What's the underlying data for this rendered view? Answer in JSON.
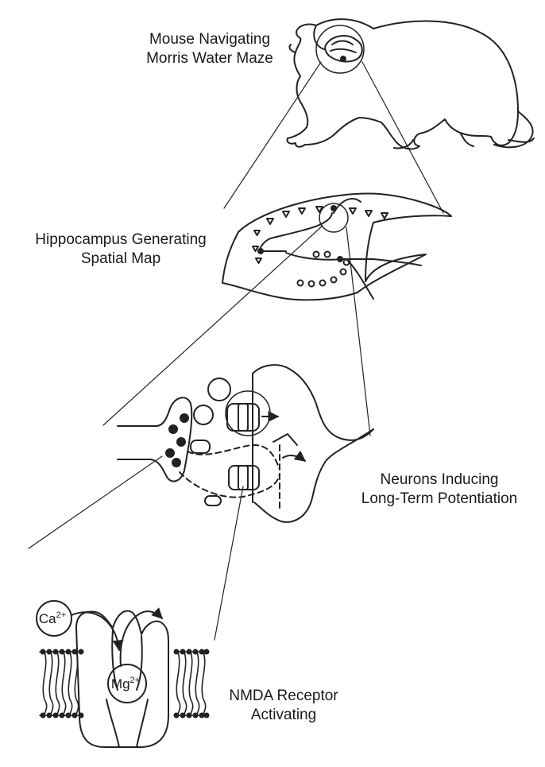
{
  "labels": {
    "mouse": [
      "Mouse Navigating",
      "Morris Water Maze"
    ],
    "hippocampus": [
      "Hippocampus Generating",
      "Spatial Map"
    ],
    "neurons": [
      "Neurons Inducing",
      "Long-Term Potentiation"
    ],
    "nmda": [
      "NMDA Receptor",
      "Activating"
    ]
  },
  "ions": {
    "calcium": "Ca",
    "calcium_charge": "2+",
    "magnesium": "Mg",
    "magnesium_charge": "2+"
  }
}
